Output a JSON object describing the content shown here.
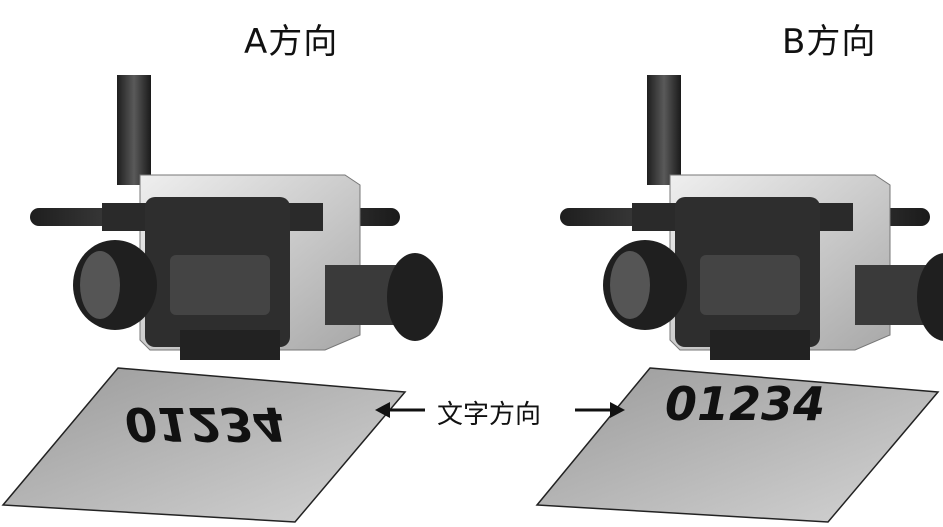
{
  "title_a": "A方向",
  "title_b": "B方向",
  "center_label": "文字方向",
  "sheet_a_text": "01234",
  "sheet_b_text": "01234",
  "colors": {
    "sheet_fill": "#b9b9b9",
    "metal_dark": "#3a3a3a",
    "metal_light": "#d8d8d8",
    "text": "#111111"
  }
}
